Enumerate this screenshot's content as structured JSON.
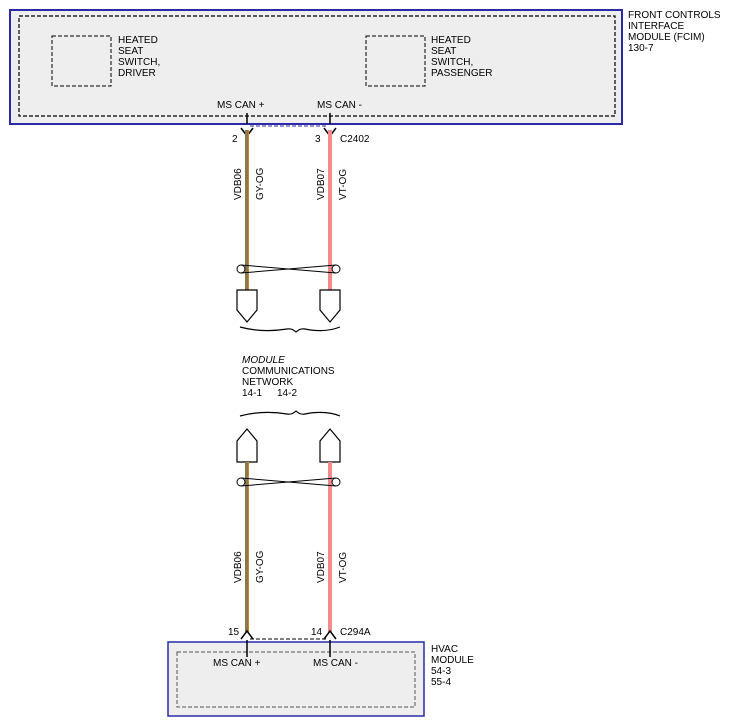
{
  "fcim": {
    "title_lines": [
      "FRONT CONTROLS",
      "INTERFACE",
      "MODULE (FCIM)",
      "130-7"
    ],
    "switch_driver_lines": [
      "HEATED",
      "SEAT",
      "SWITCH,",
      "DRIVER"
    ],
    "switch_passenger_lines": [
      "HEATED",
      "SEAT",
      "SWITCH,",
      "PASSENGER"
    ],
    "pin_plus_label": "MS CAN +",
    "pin_minus_label": "MS CAN -"
  },
  "connector_top": {
    "name": "C2402",
    "pin_plus": "2",
    "pin_minus": "3"
  },
  "wire_plus": {
    "circuit": "VDB06",
    "color_code": "GY-OG",
    "color_hex": "#8a7a4a",
    "stripe_hex": "#c8862a"
  },
  "wire_minus": {
    "circuit": "VDB07",
    "color_code": "VT-OG",
    "color_hex": "#f28c8c",
    "stripe_hex": "#e86a6a"
  },
  "network": {
    "line1": "MODULE",
    "line2": "COMMUNICATIONS",
    "line3": "NETWORK",
    "refs": [
      "14-1",
      "14-2"
    ]
  },
  "connector_bottom": {
    "name": "C294A",
    "pin_plus": "15",
    "pin_minus": "14"
  },
  "hvac": {
    "title_lines": [
      "HVAC",
      "MODULE",
      "54-3",
      "55-4"
    ],
    "pin_plus_label": "MS CAN +",
    "pin_minus_label": "MS CAN -"
  },
  "colors": {
    "module_border": "#2a2aa8",
    "module_fill": "#eeeeee"
  }
}
